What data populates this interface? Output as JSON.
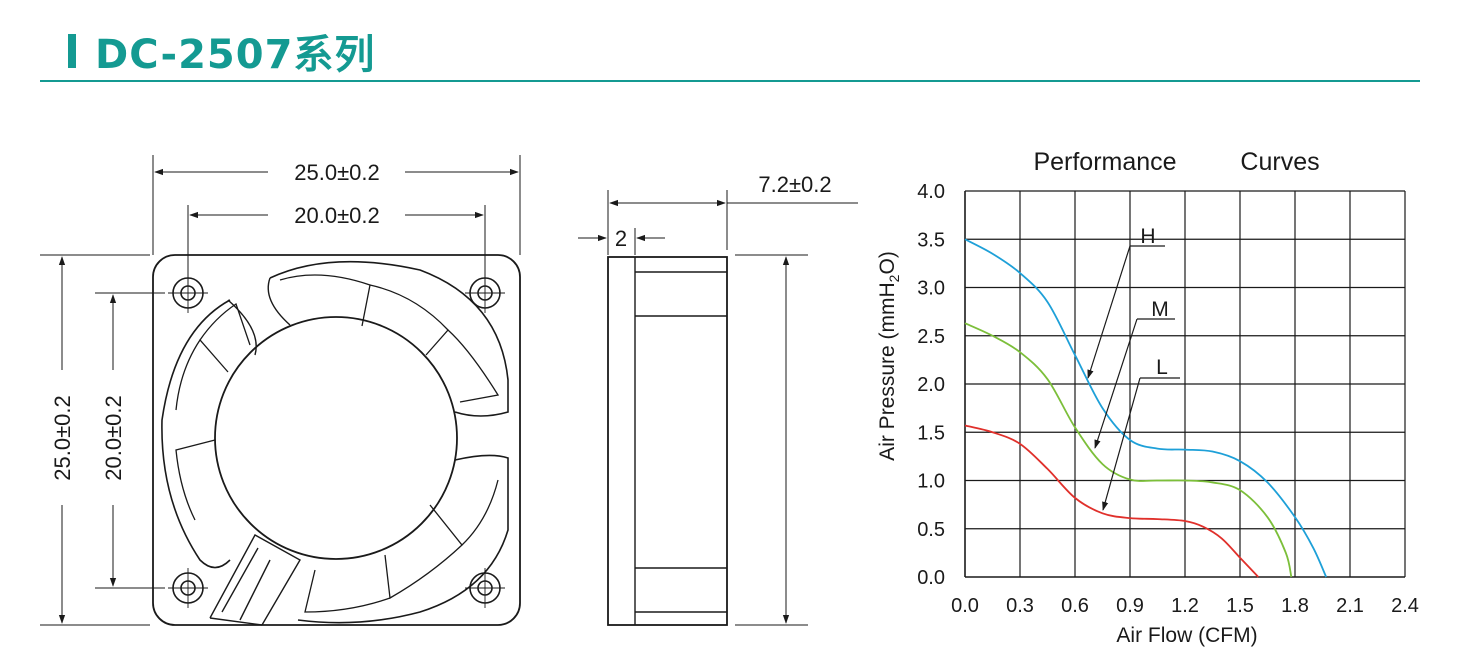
{
  "header": {
    "title": "DC-2507系列"
  },
  "front_view": {
    "dim_outer_width": "25.0±0.2",
    "dim_hole_width": "20.0±0.2",
    "dim_outer_height": "25.0±0.2",
    "dim_hole_height": "20.0±0.2"
  },
  "side_view": {
    "dim_thickness": "7.2±0.2",
    "dim_flange": "2"
  },
  "colors": {
    "accent": "#149a92",
    "curve_h": "#1ea0d8",
    "curve_m": "#7cbf3a",
    "curve_l": "#e0302b"
  },
  "chart_data": {
    "type": "line",
    "title": "Performance Curves",
    "title_words": [
      "Performance",
      "Curves"
    ],
    "xlabel": "Air Flow (CFM)",
    "ylabel_main": "Air Pressure (mmH",
    "ylabel_sub": "2",
    "ylabel_tail": "O)",
    "xlim": [
      0,
      2.4
    ],
    "ylim": [
      0,
      4.0
    ],
    "x_ticks": [
      "0.0",
      "0.3",
      "0.6",
      "0.9",
      "1.2",
      "1.5",
      "1.8",
      "2.1",
      "2.4"
    ],
    "y_ticks": [
      "0.0",
      "0.5",
      "1.0",
      "1.5",
      "2.0",
      "2.5",
      "3.0",
      "3.5",
      "4.0"
    ],
    "grid": true,
    "series": [
      {
        "name": "H",
        "color": "#1ea0d8",
        "x": [
          0,
          0.15,
          0.3,
          0.45,
          0.6,
          0.75,
          0.9,
          1.05,
          1.2,
          1.35,
          1.5,
          1.65,
          1.8,
          1.9,
          1.97
        ],
        "y": [
          3.5,
          3.35,
          3.15,
          2.85,
          2.3,
          1.75,
          1.42,
          1.33,
          1.32,
          1.3,
          1.2,
          0.98,
          0.62,
          0.3,
          0.0
        ]
      },
      {
        "name": "M",
        "color": "#7cbf3a",
        "x": [
          0,
          0.15,
          0.3,
          0.45,
          0.6,
          0.75,
          0.9,
          1.05,
          1.2,
          1.35,
          1.5,
          1.65,
          1.75,
          1.78
        ],
        "y": [
          2.63,
          2.5,
          2.33,
          2.05,
          1.55,
          1.17,
          1.01,
          1.0,
          1.0,
          0.98,
          0.9,
          0.62,
          0.25,
          0.0
        ]
      },
      {
        "name": "L",
        "color": "#e0302b",
        "x": [
          0,
          0.15,
          0.3,
          0.45,
          0.6,
          0.75,
          0.9,
          1.05,
          1.2,
          1.3,
          1.4,
          1.5,
          1.58,
          1.6
        ],
        "y": [
          1.57,
          1.5,
          1.38,
          1.12,
          0.82,
          0.66,
          0.61,
          0.6,
          0.58,
          0.52,
          0.4,
          0.2,
          0.04,
          0.0
        ]
      }
    ]
  }
}
